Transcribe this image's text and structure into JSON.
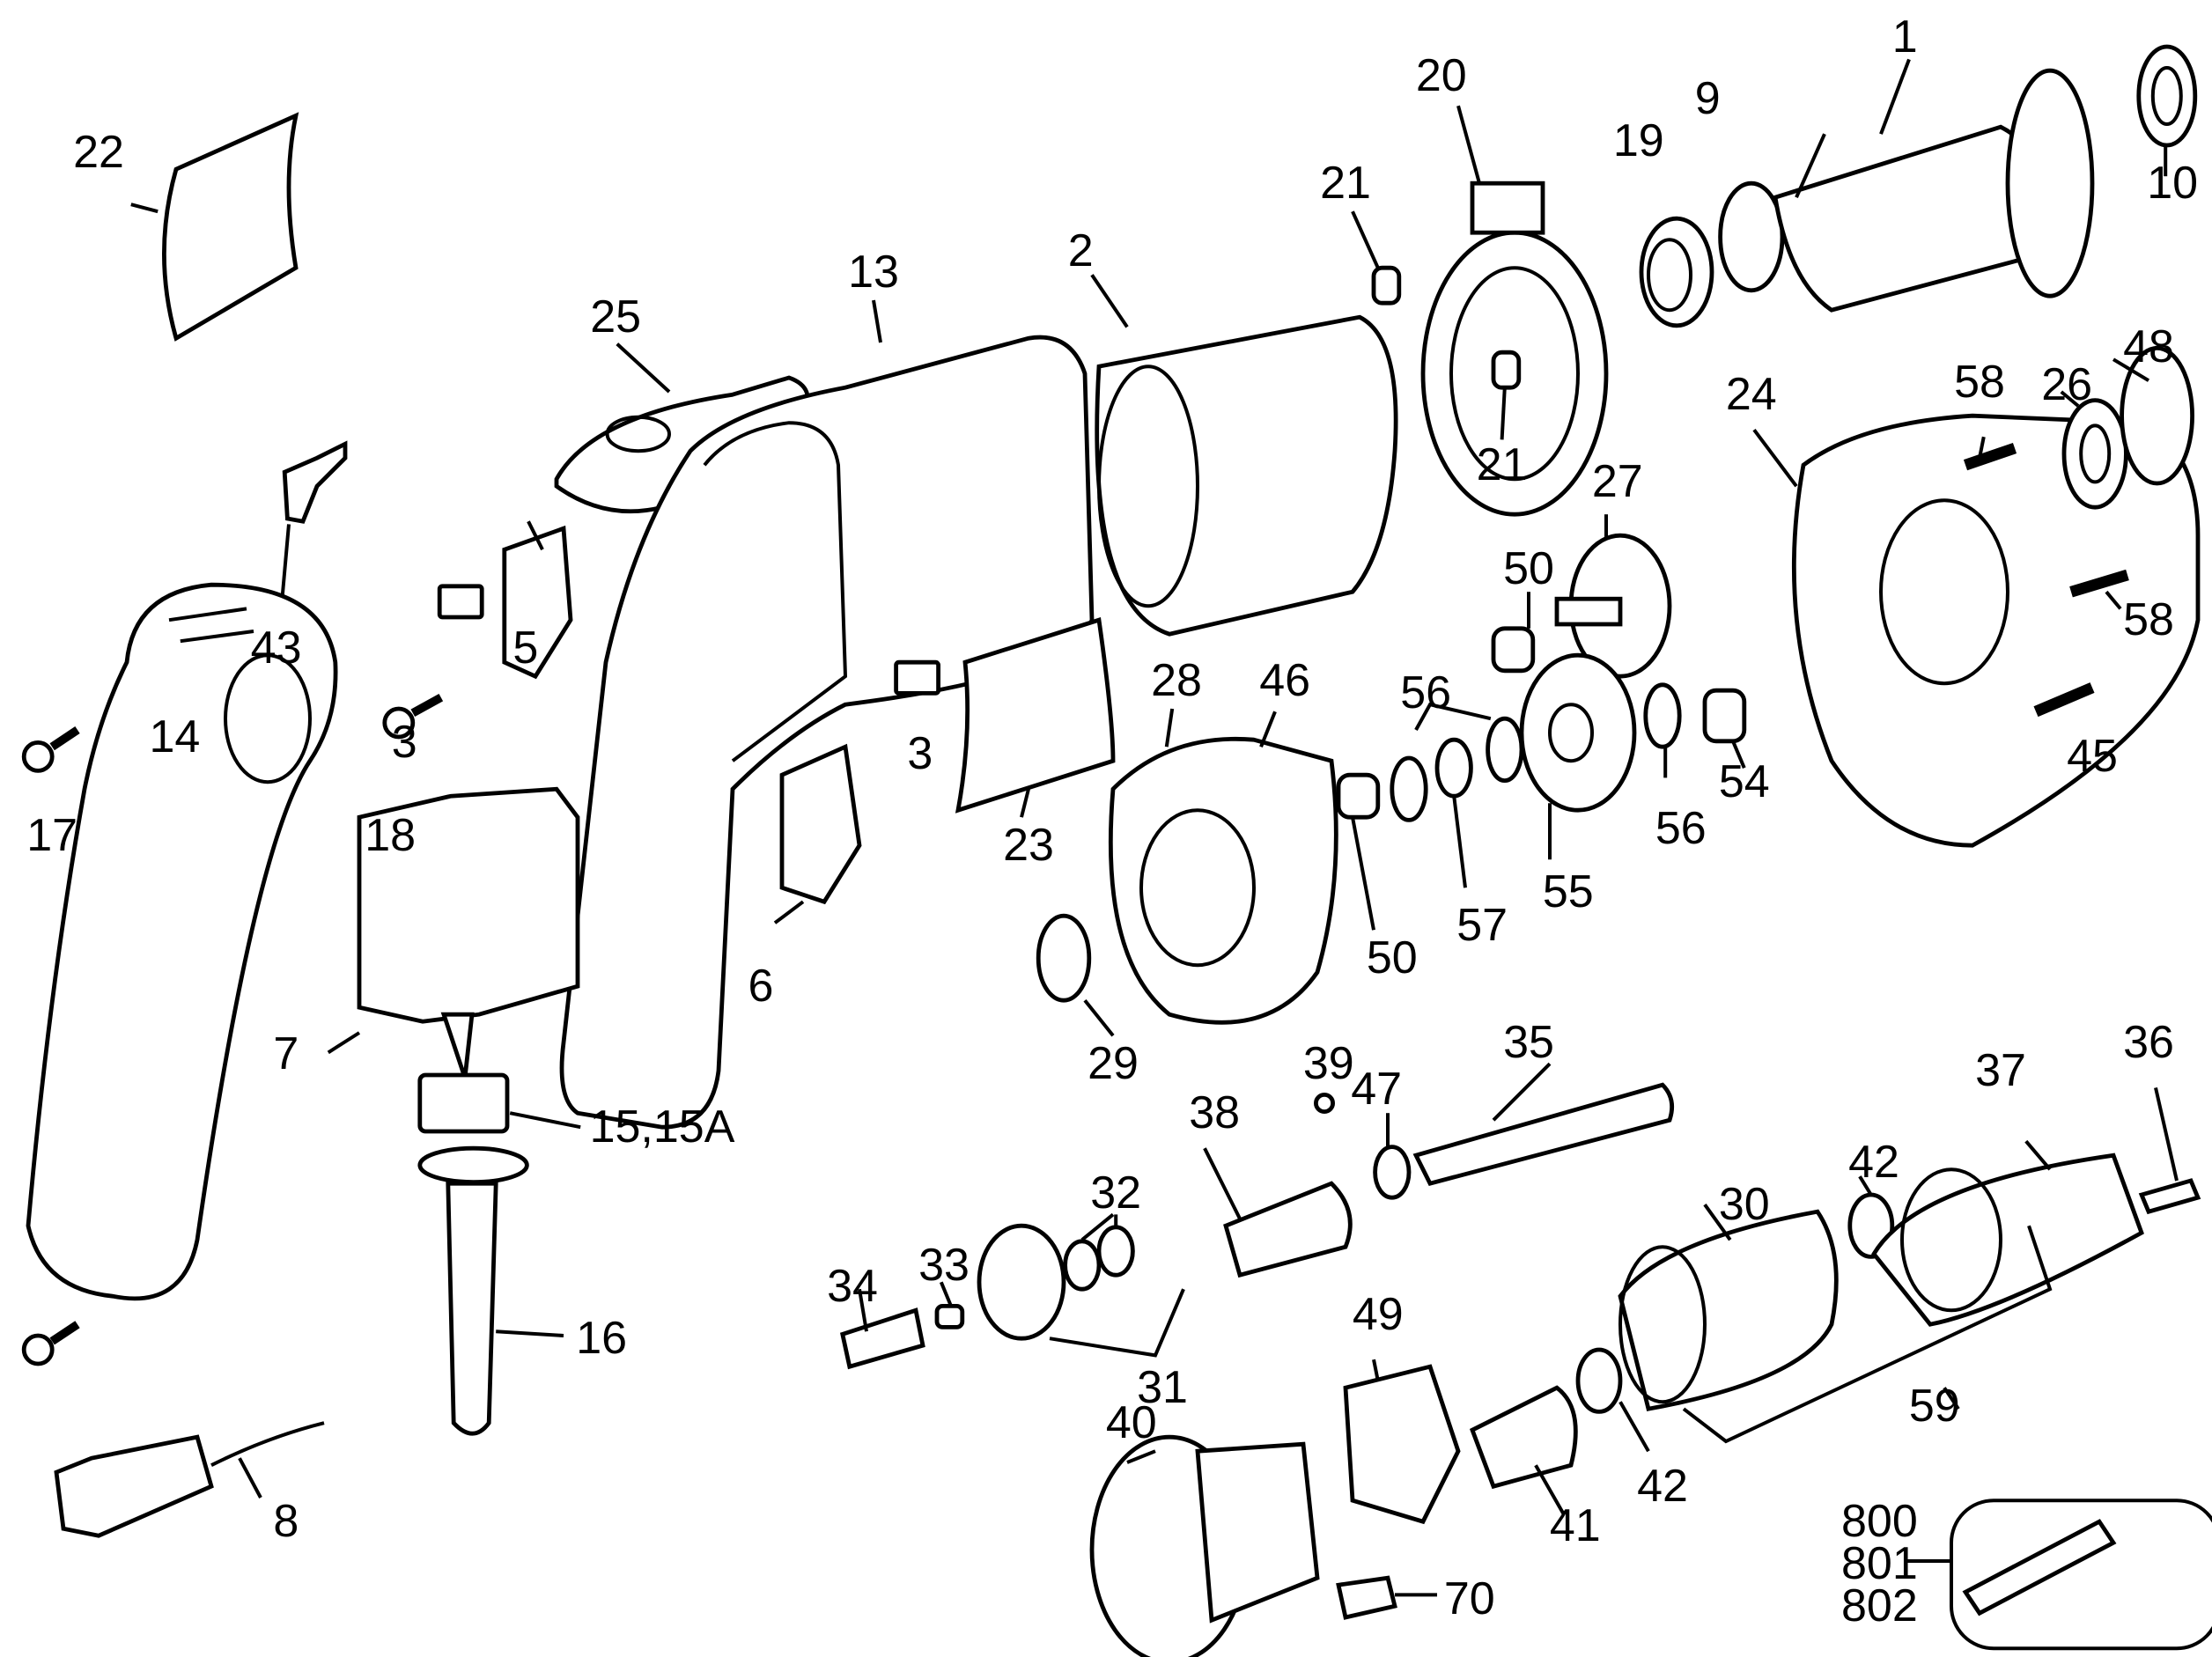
{
  "title": "Drywall screwdriver exploded parts diagram",
  "labels": {
    "p1": "1",
    "p2": "2",
    "p3a": "3",
    "p3b": "3",
    "p5": "5",
    "p6": "6",
    "p7": "7",
    "p8": "8",
    "p9": "9",
    "p10": "10",
    "p13": "13",
    "p14": "14",
    "p15": "15,15A",
    "p16": "16",
    "p17": "17",
    "p18": "18",
    "p19": "19",
    "p20": "20",
    "p21a": "21",
    "p21b": "21",
    "p22": "22",
    "p23": "23",
    "p24": "24",
    "p25": "25",
    "p26": "26",
    "p27": "27",
    "p28": "28",
    "p29": "29",
    "p30": "30",
    "p31": "31",
    "p32": "32",
    "p33": "33",
    "p34": "34",
    "p35": "35",
    "p36": "36",
    "p37": "37",
    "p38": "38",
    "p39": "39",
    "p40": "40",
    "p41": "41",
    "p42a": "42",
    "p42b": "42",
    "p43": "43",
    "p45": "45",
    "p46": "46",
    "p47": "47",
    "p48": "48",
    "p49": "49",
    "p50a": "50",
    "p50b": "50",
    "p54": "54",
    "p55": "55",
    "p56a": "56",
    "p56b": "56",
    "p57": "57",
    "p58a": "58",
    "p58b": "58",
    "p59": "59",
    "p70": "70",
    "p800": "800",
    "p801": "801",
    "p802": "802"
  }
}
